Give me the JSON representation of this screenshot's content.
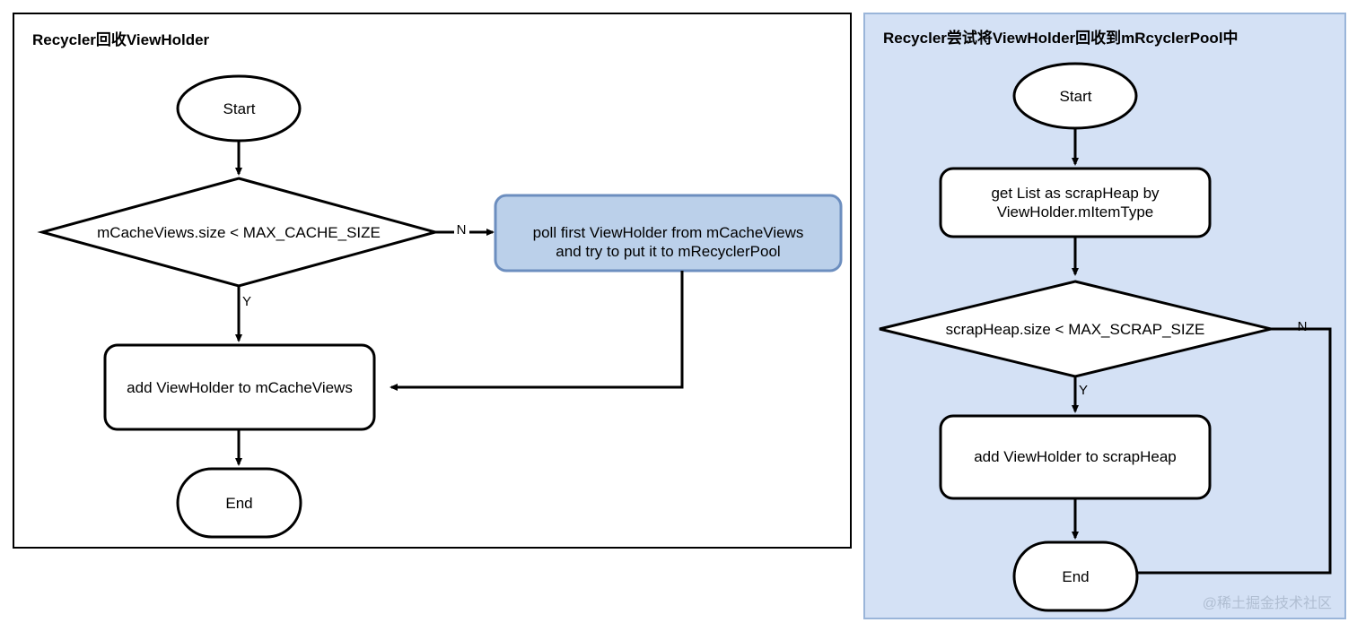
{
  "page": {
    "watermark": "@稀土掘金技术社区"
  },
  "left_panel": {
    "title": "Recycler回收ViewHolder",
    "nodes": {
      "start": "Start",
      "decision": "mCacheViews.size < MAX_CACHE_SIZE",
      "poll": "poll first ViewHolder from mCacheViews\nand try to put it to mRecyclerPool",
      "add_cache": "add ViewHolder to mCacheViews",
      "end": "End"
    },
    "edge_labels": {
      "decision_no": "N",
      "decision_yes": "Y"
    }
  },
  "right_panel": {
    "title": "Recycler尝试将ViewHolder回收到mRcyclerPool中",
    "nodes": {
      "start": "Start",
      "get_list": "get List as scrapHeap by\nViewHolder.mItemType",
      "decision": "scrapHeap.size < MAX_SCRAP_SIZE",
      "add_scrap": "add ViewHolder to scrapHeap",
      "end": "End"
    },
    "edge_labels": {
      "decision_no": "N",
      "decision_yes": "Y"
    }
  },
  "colors": {
    "panel_right_fill": "#d4e1f5",
    "panel_right_border": "#9ab5d9",
    "highlight_box_fill": "#bbd0ea",
    "highlight_box_border": "#6c8ebf",
    "node_fill": "#ffffff",
    "node_stroke": "#000000"
  }
}
